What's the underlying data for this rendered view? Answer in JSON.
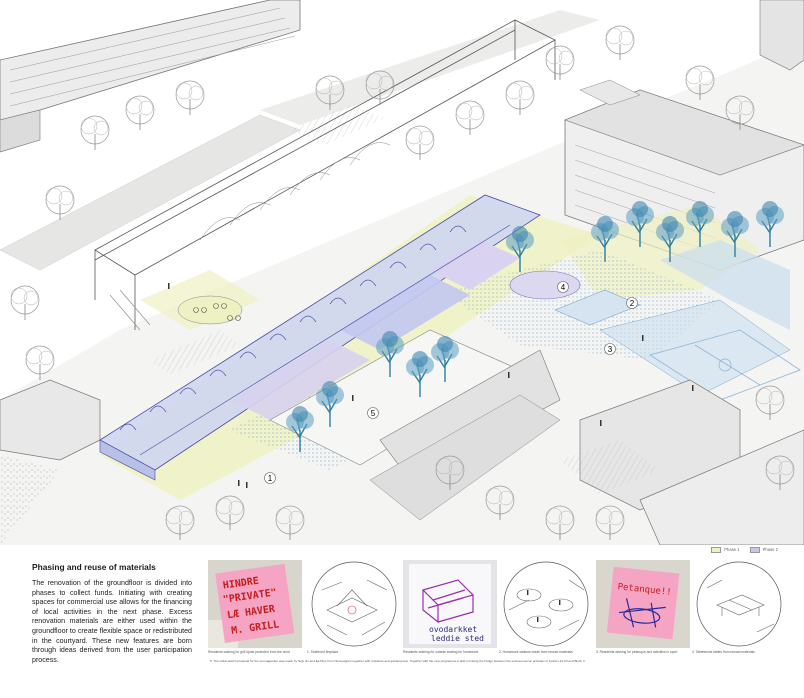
{
  "panel": {
    "title": "Phasing and reuse of materials",
    "body": "The renovation of the groundfloor is divided into phases to collect funds. Initiating with creating spaces for commercial use allows for the financing of local activities in the next phase. Excess renovation materials are either used within the groundfloor to create flexible space or redistributed in the courtyard. These new features are born through ideas derived from the user participation process."
  },
  "legend": {
    "phase1": "Phase 1",
    "phase2": "Phase 2"
  },
  "map_labels": [
    "1",
    "2",
    "3",
    "4",
    "5"
  ],
  "notes": {
    "note1": [
      "HINDRE",
      "\"PRIVATE\"",
      "LÆ HAVER",
      "M. GRILL"
    ],
    "note2": [
      "ovodarkket",
      "leddie sted"
    ],
    "note3": [
      "Petanque!!"
    ]
  },
  "captions": [
    "Residents wishing for grill spots protected from the wind",
    "1. Sheltered fireplace",
    "Residents wishing for outside seating for homework",
    "2. Homework stations made from reused materials",
    "3. Residents wishing for petanque and activities in sport",
    "4. Tabletennis tables from reused materials"
  ],
  "footnote": "5. The initial sketch proposal for the permagarden was made by Sejs Jin and Ea Plex from Himmelgrein together with residents and gardengroup. Together with the new programme it aids in linking the bridge between the socioeconomic activities in Kvarter 21-23 and Block 3.",
  "colors": {
    "phase1": "#eef1c2",
    "phase2": "#c9c6e8",
    "water_blue": "#c9ddf0",
    "tree_teal": "#2e7ea3",
    "sticky_pink": "#f5a4c3"
  }
}
